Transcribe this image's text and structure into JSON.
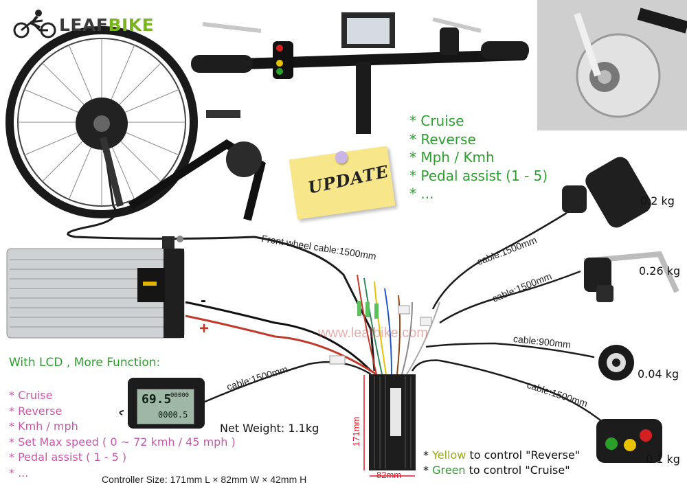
{
  "brand": {
    "name_part1": "LEAF",
    "name_part2": "BIKE"
  },
  "features_top": [
    "* Cruise",
    "* Reverse",
    "* Mph / Kmh",
    "* Pedal assist (1 - 5)",
    "* ..."
  ],
  "update_note": "UPDATE",
  "lcd_section": {
    "title": "With LCD , More Function:",
    "items": [
      "* Cruise",
      "* Reverse",
      "* Kmh / mph",
      "* Set Max speed ( 0 ~ 72 kmh / 45 mph )",
      "* Pedal assist ( 1 - 5 )",
      "* ..."
    ]
  },
  "lcd_display": {
    "speed": "69.5",
    "odometer": "00000",
    "distance": "0000.5"
  },
  "cables": {
    "front_wheel": "Front wheel cable:1500mm",
    "throttle": "cable:1500mm",
    "brake": "cable:1500mm",
    "pas": "cable:900mm",
    "switch": "cable:1500mm",
    "lcd": "cable:1500mm"
  },
  "weights": {
    "throttle": "0.2 kg",
    "brake": "0.26 kg",
    "pas": "0.04 kg",
    "switch": "0.1 kg"
  },
  "net_weight": "Net Weight: 1.1kg",
  "controller_size": "Controller Size: 171mm L × 82mm W × 42mm H",
  "dimensions": {
    "height": "171mm",
    "width": "82mm"
  },
  "watermark": "www.leafbike.com",
  "polarity": {
    "minus": "-",
    "plus": "+"
  },
  "controller_notes": {
    "yellow_prefix": "* ",
    "yellow_word": "Yellow",
    "yellow_rest": " to control \"Reverse\"",
    "green_prefix": "* ",
    "green_word": "Green",
    "green_rest": " to control \"Cruise\""
  },
  "colors": {
    "brand_green": "#7ab51d",
    "feature_green": "#2e9e2e",
    "feature_pink": "#c957a9",
    "dimension_red": "#e0182a"
  }
}
